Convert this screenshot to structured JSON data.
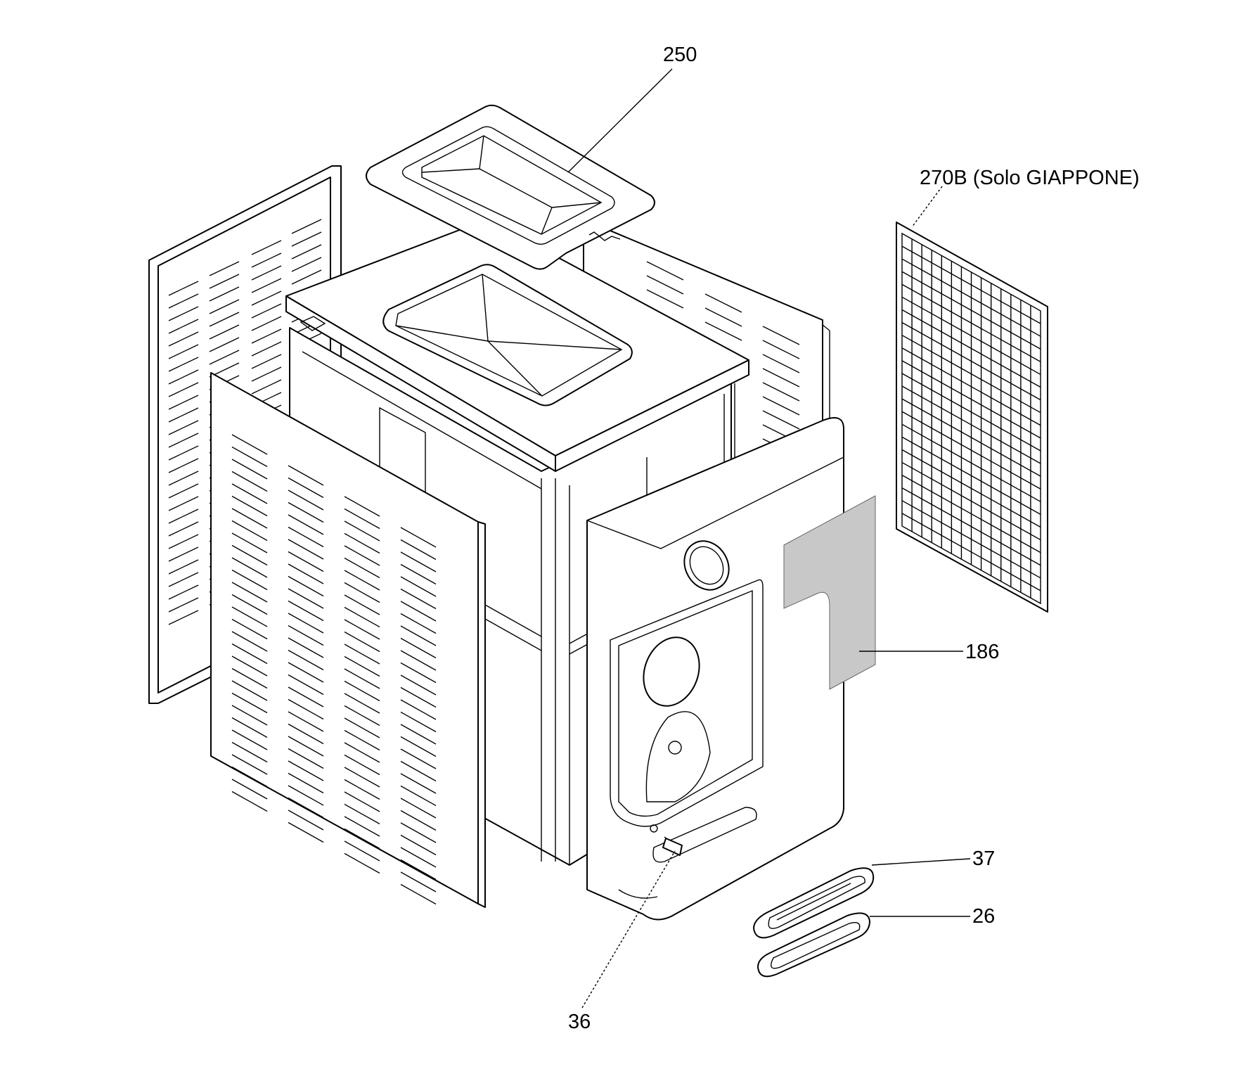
{
  "callouts": {
    "c250": "250",
    "c270": "270B (Solo GIAPPONE)",
    "c186": "186",
    "c37": "37",
    "c26": "26",
    "c36": "36"
  }
}
